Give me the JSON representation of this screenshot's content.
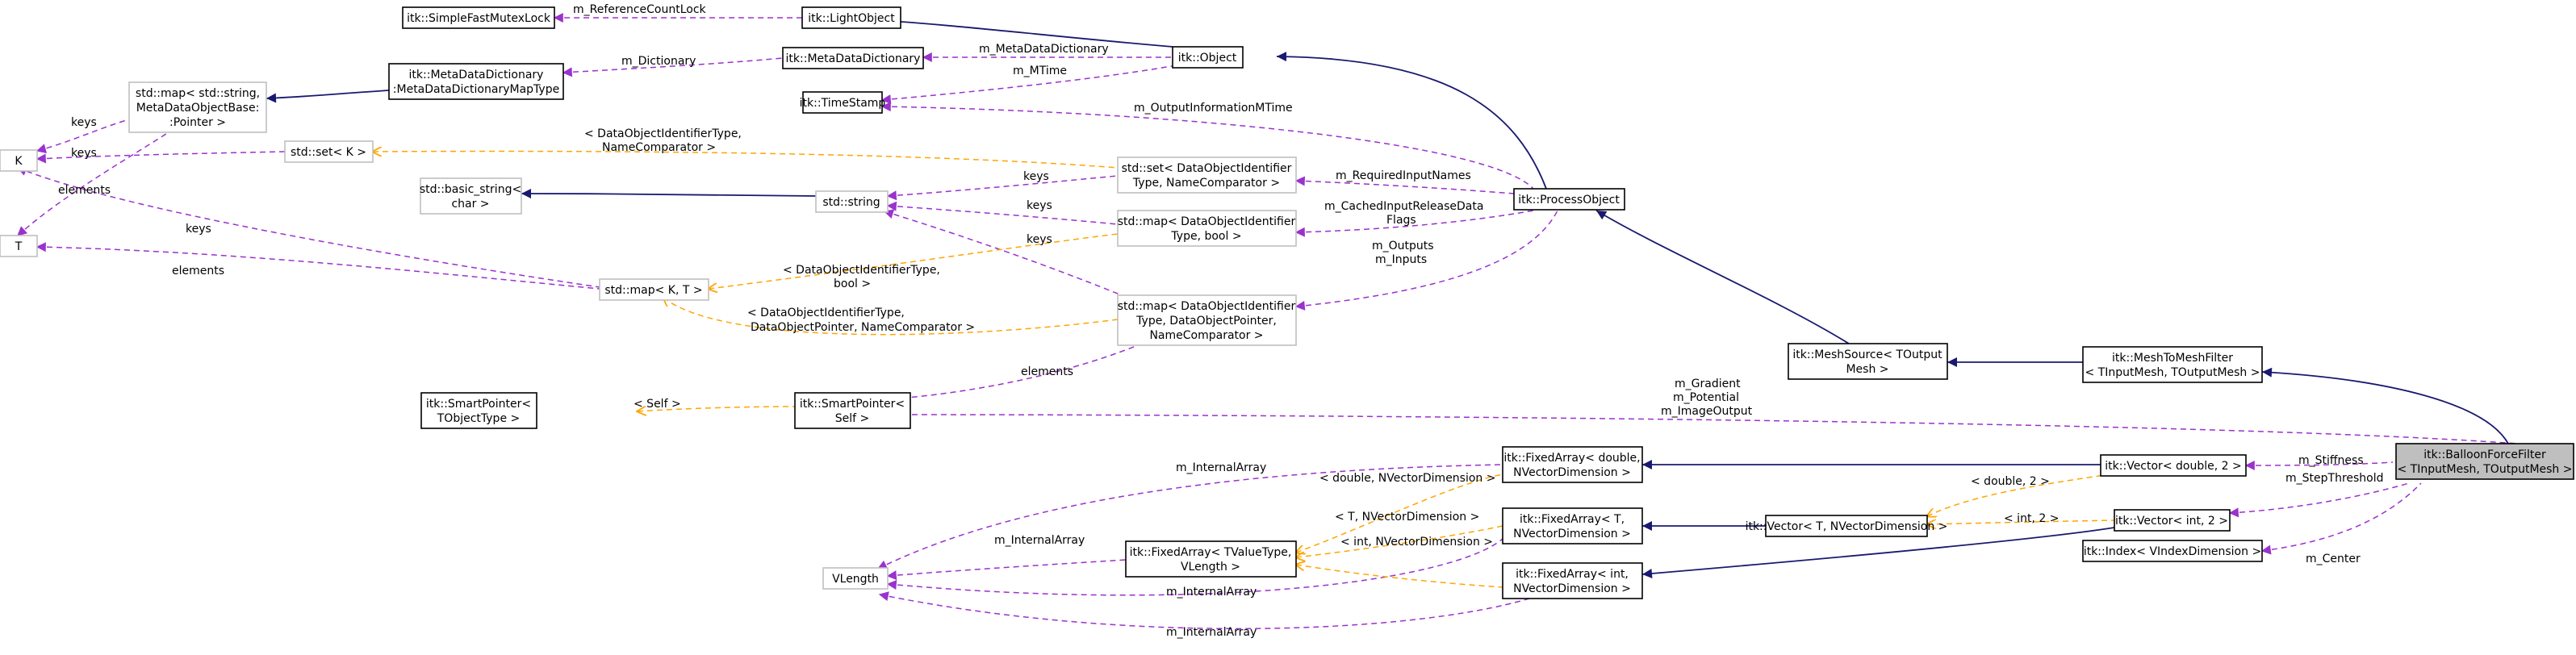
{
  "diagram": {
    "nodes": [
      {
        "id": "sfml",
        "lines": [
          "itk::SimpleFastMutexLock"
        ],
        "style": "normal"
      },
      {
        "id": "lightobject",
        "lines": [
          "itk::LightObject"
        ],
        "style": "normal"
      },
      {
        "id": "mdd",
        "lines": [
          "itk::MetaDataDictionary"
        ],
        "style": "normal"
      },
      {
        "id": "object",
        "lines": [
          "itk::Object"
        ],
        "style": "normal"
      },
      {
        "id": "mddmaptype",
        "lines": [
          "itk::MetaDataDictionary",
          ":MetaDataDictionaryMapType"
        ],
        "style": "normal"
      },
      {
        "id": "timestamp",
        "lines": [
          "itk::TimeStamp"
        ],
        "style": "normal"
      },
      {
        "id": "stdmap_mdobj",
        "lines": [
          "std::map< std::string,",
          "MetaDataObjectBase:",
          ":Pointer >"
        ],
        "style": "gray"
      },
      {
        "id": "K",
        "lines": [
          "K"
        ],
        "style": "gray"
      },
      {
        "id": "stdset_K",
        "lines": [
          "std::set< K >"
        ],
        "style": "gray"
      },
      {
        "id": "stdset_doid",
        "lines": [
          "std::set< DataObjectIdentifier",
          "Type, NameComparator >"
        ],
        "style": "gray"
      },
      {
        "id": "processobject",
        "lines": [
          "itk::ProcessObject"
        ],
        "style": "normal"
      },
      {
        "id": "basicstring",
        "lines": [
          "std::basic_string<",
          "char >"
        ],
        "style": "gray"
      },
      {
        "id": "stdstring",
        "lines": [
          "std::string"
        ],
        "style": "gray"
      },
      {
        "id": "stdmap_doid_bool",
        "lines": [
          "std::map< DataObjectIdentifier",
          "Type, bool >"
        ],
        "style": "gray"
      },
      {
        "id": "T",
        "lines": [
          "T"
        ],
        "style": "gray"
      },
      {
        "id": "stdmap_KT",
        "lines": [
          "std::map< K, T >"
        ],
        "style": "gray"
      },
      {
        "id": "stdmap_doid_ptr",
        "lines": [
          "std::map< DataObjectIdentifier",
          "Type, DataObjectPointer,",
          "NameComparator >"
        ],
        "style": "gray"
      },
      {
        "id": "meshsource",
        "lines": [
          "itk::MeshSource< TOutput",
          "Mesh >"
        ],
        "style": "normal"
      },
      {
        "id": "meshtomesh",
        "lines": [
          "itk::MeshToMeshFilter",
          "< TInputMesh, TOutputMesh >"
        ],
        "style": "normal"
      },
      {
        "id": "smartptr_T",
        "lines": [
          "itk::SmartPointer<",
          "TObjectType >"
        ],
        "style": "normal"
      },
      {
        "id": "smartptr_self",
        "lines": [
          "itk::SmartPointer<",
          "Self >"
        ],
        "style": "normal"
      },
      {
        "id": "balloon",
        "lines": [
          "itk::BalloonForceFilter",
          "< TInputMesh, TOutputMesh >"
        ],
        "style": "highlight"
      },
      {
        "id": "fa_double",
        "lines": [
          "itk::FixedArray< double,",
          "NVectorDimension >"
        ],
        "style": "normal"
      },
      {
        "id": "vec_double2",
        "lines": [
          "itk::Vector< double, 2 >"
        ],
        "style": "normal"
      },
      {
        "id": "fa_TV",
        "lines": [
          "itk::FixedArray< TValueType,",
          "VLength >"
        ],
        "style": "normal"
      },
      {
        "id": "fa_T",
        "lines": [
          "itk::FixedArray< T,",
          "NVectorDimension >"
        ],
        "style": "normal"
      },
      {
        "id": "vec_TN",
        "lines": [
          "itk::Vector< T, NVectorDimension >"
        ],
        "style": "normal"
      },
      {
        "id": "vec_int2",
        "lines": [
          "itk::Vector< int, 2 >"
        ],
        "style": "normal"
      },
      {
        "id": "vlength",
        "lines": [
          "VLength"
        ],
        "style": "gray"
      },
      {
        "id": "fa_int",
        "lines": [
          "itk::FixedArray< int,",
          "NVectorDimension >"
        ],
        "style": "normal"
      },
      {
        "id": "index",
        "lines": [
          "itk::Index< VIndexDimension >"
        ],
        "style": "normal"
      }
    ],
    "edge_labels": [
      "m_ReferenceCountLock",
      "m_Dictionary",
      "m_MetaDataDictionary",
      "m_MTime",
      "m_OutputInformationMTime",
      "keys",
      "keys",
      "elements",
      "< DataObjectIdentifierType,",
      "NameComparator >",
      "m_RequiredInputNames",
      "keys",
      "keys",
      "m_CachedInputReleaseData",
      "Flags",
      "keys",
      "keys",
      "elements",
      "< DataObjectIdentifierType,",
      "bool >",
      "m_Outputs",
      "m_Inputs",
      "< DataObjectIdentifierType,",
      "DataObjectPointer, NameComparator >",
      "elements",
      "< Self >",
      "m_Gradient",
      "m_Potential",
      "m_ImageOutput",
      "m_InternalArray",
      "< double, NVectorDimension >",
      "m_Stiffness",
      "< double, 2 >",
      "m_StepThreshold",
      "< T, NVectorDimension >",
      "m_InternalArray",
      "< int, NVectorDimension >",
      "< int, 2 >",
      "m_Center",
      "m_InternalArray",
      "m_InternalArray"
    ],
    "colors": {
      "inheritance": "#191970",
      "usage": "#9a32cd",
      "template": "#ffa500",
      "highlight_fill": "#bfbfbf",
      "gray_border": "#bfbfbf"
    }
  }
}
